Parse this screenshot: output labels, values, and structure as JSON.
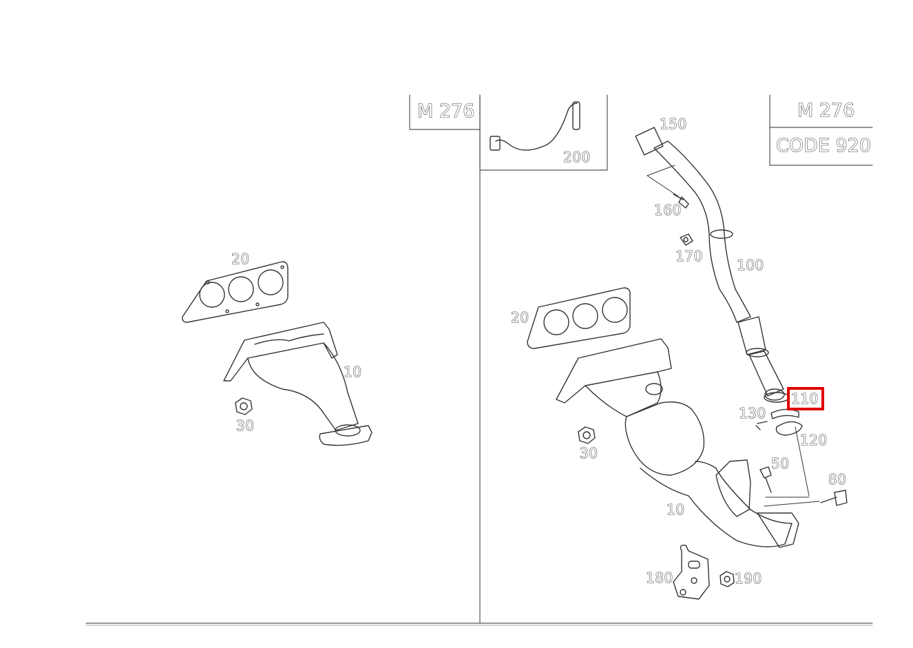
{
  "headers": {
    "left_model": "M 276",
    "right_model": "M 276",
    "right_code": "CODE 920"
  },
  "left_labels": {
    "p20": "20",
    "p10": "10",
    "p30": "30"
  },
  "right_labels": {
    "p200": "200",
    "p150": "150",
    "p160": "160",
    "p170": "170",
    "p100": "100",
    "p20": "20",
    "p110": "110",
    "p130": "130",
    "p120": "120",
    "p30": "30",
    "p50": "50",
    "p80": "80",
    "p10": "10",
    "p180": "180",
    "p190": "190"
  },
  "highlighted_part": "110",
  "colors": {
    "highlight": "#e00000",
    "line": "#333333"
  }
}
